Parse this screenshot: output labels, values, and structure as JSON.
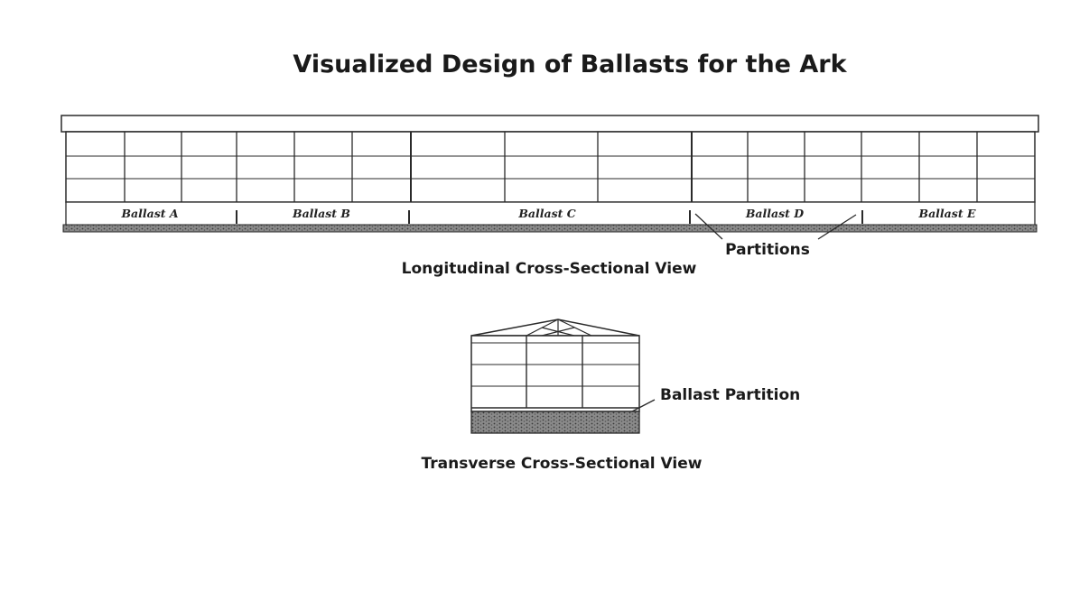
{
  "title": "Visualized Design of Ballasts for the Ark",
  "longitudinal": {
    "caption": "Longitudinal Cross-Sectional View",
    "ballasts": [
      "Ballast A",
      "Ballast B",
      "Ballast C",
      "Ballast D",
      "Ballast E"
    ],
    "partitions_label": "Partitions"
  },
  "transverse": {
    "caption": "Transverse Cross-Sectional View",
    "partition_label": "Ballast Partition"
  }
}
